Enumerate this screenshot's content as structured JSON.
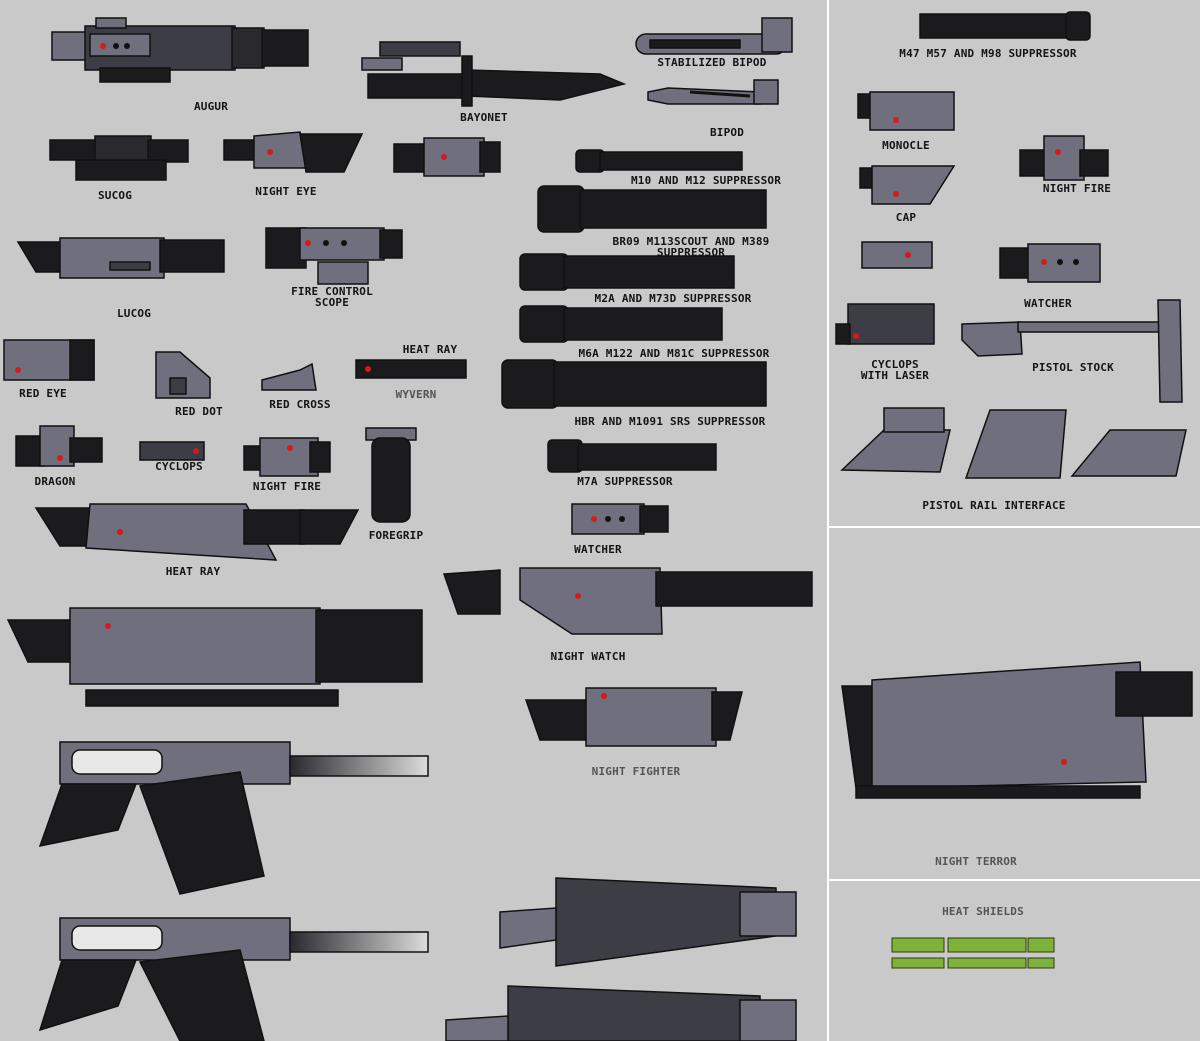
{
  "colors": {
    "background": "#c9c9c9",
    "panel_border": "#ffffff",
    "metal_gray": "#6f6f7d",
    "metal_dark": "#3d3d45",
    "black": "#1b1b1d",
    "red_light": "#d41a1a",
    "heat_shield_green": "#7fb23a",
    "chrome": "#e8e8e8"
  },
  "labels": {
    "augur": "AUGUR",
    "bayonet": "BAYONET",
    "stabilized_bipod": "STABILIZED BIPOD",
    "bipod": "BIPOD",
    "sucog": "SUCOG",
    "night_eye": "NIGHT EYE",
    "m10_m12_suppressor": "M10 AND M12 SUPPRESSOR",
    "br09_line1": "BR09 M113SCOUT AND M389",
    "br09_line2": "SUPPRESSOR",
    "lucog": "LUCOG",
    "fire_control_line1": "FIRE CONTROL",
    "fire_control_line2": "SCOPE",
    "m2a_m73d_suppressor": "M2A AND M73D SUPPRESSOR",
    "m6a_suppressor": "M6A M122 AND M81C SUPPRESSOR",
    "heat_ray_small": "HEAT RAY",
    "wyvern": "WYVERN",
    "red_eye": "RED EYE",
    "red_dot": "RED DOT",
    "red_cross": "RED CROSS",
    "hbr_suppressor": "HBR AND M1091 SRS SUPPRESSOR",
    "dragon": "DRAGON",
    "cyclops": "CYCLOPS",
    "night_fire_left": "NIGHT FIRE",
    "m7a_suppressor": "M7A SUPPRESSOR",
    "foregrip": "FOREGRIP",
    "watcher_mid": "WATCHER",
    "heat_ray": "HEAT RAY",
    "night_watch": "NIGHT WATCH",
    "night_fighter": "NIGHT FIGHTER",
    "m47_suppressor": "M47 M57 AND M98 SUPPRESSOR",
    "monocle": "MONOCLE",
    "night_fire_right": "NIGHT FIRE",
    "cap": "CAP",
    "watcher_right": "WATCHER",
    "cyclops_laser_line1": "CYCLOPS",
    "cyclops_laser_line2": "WITH LASER",
    "pistol_stock": "PISTOL STOCK",
    "pistol_rail_interface": "PISTOL RAIL INTERFACE",
    "night_terror": "NIGHT TERROR",
    "heat_shields": "HEAT SHIELDS"
  }
}
